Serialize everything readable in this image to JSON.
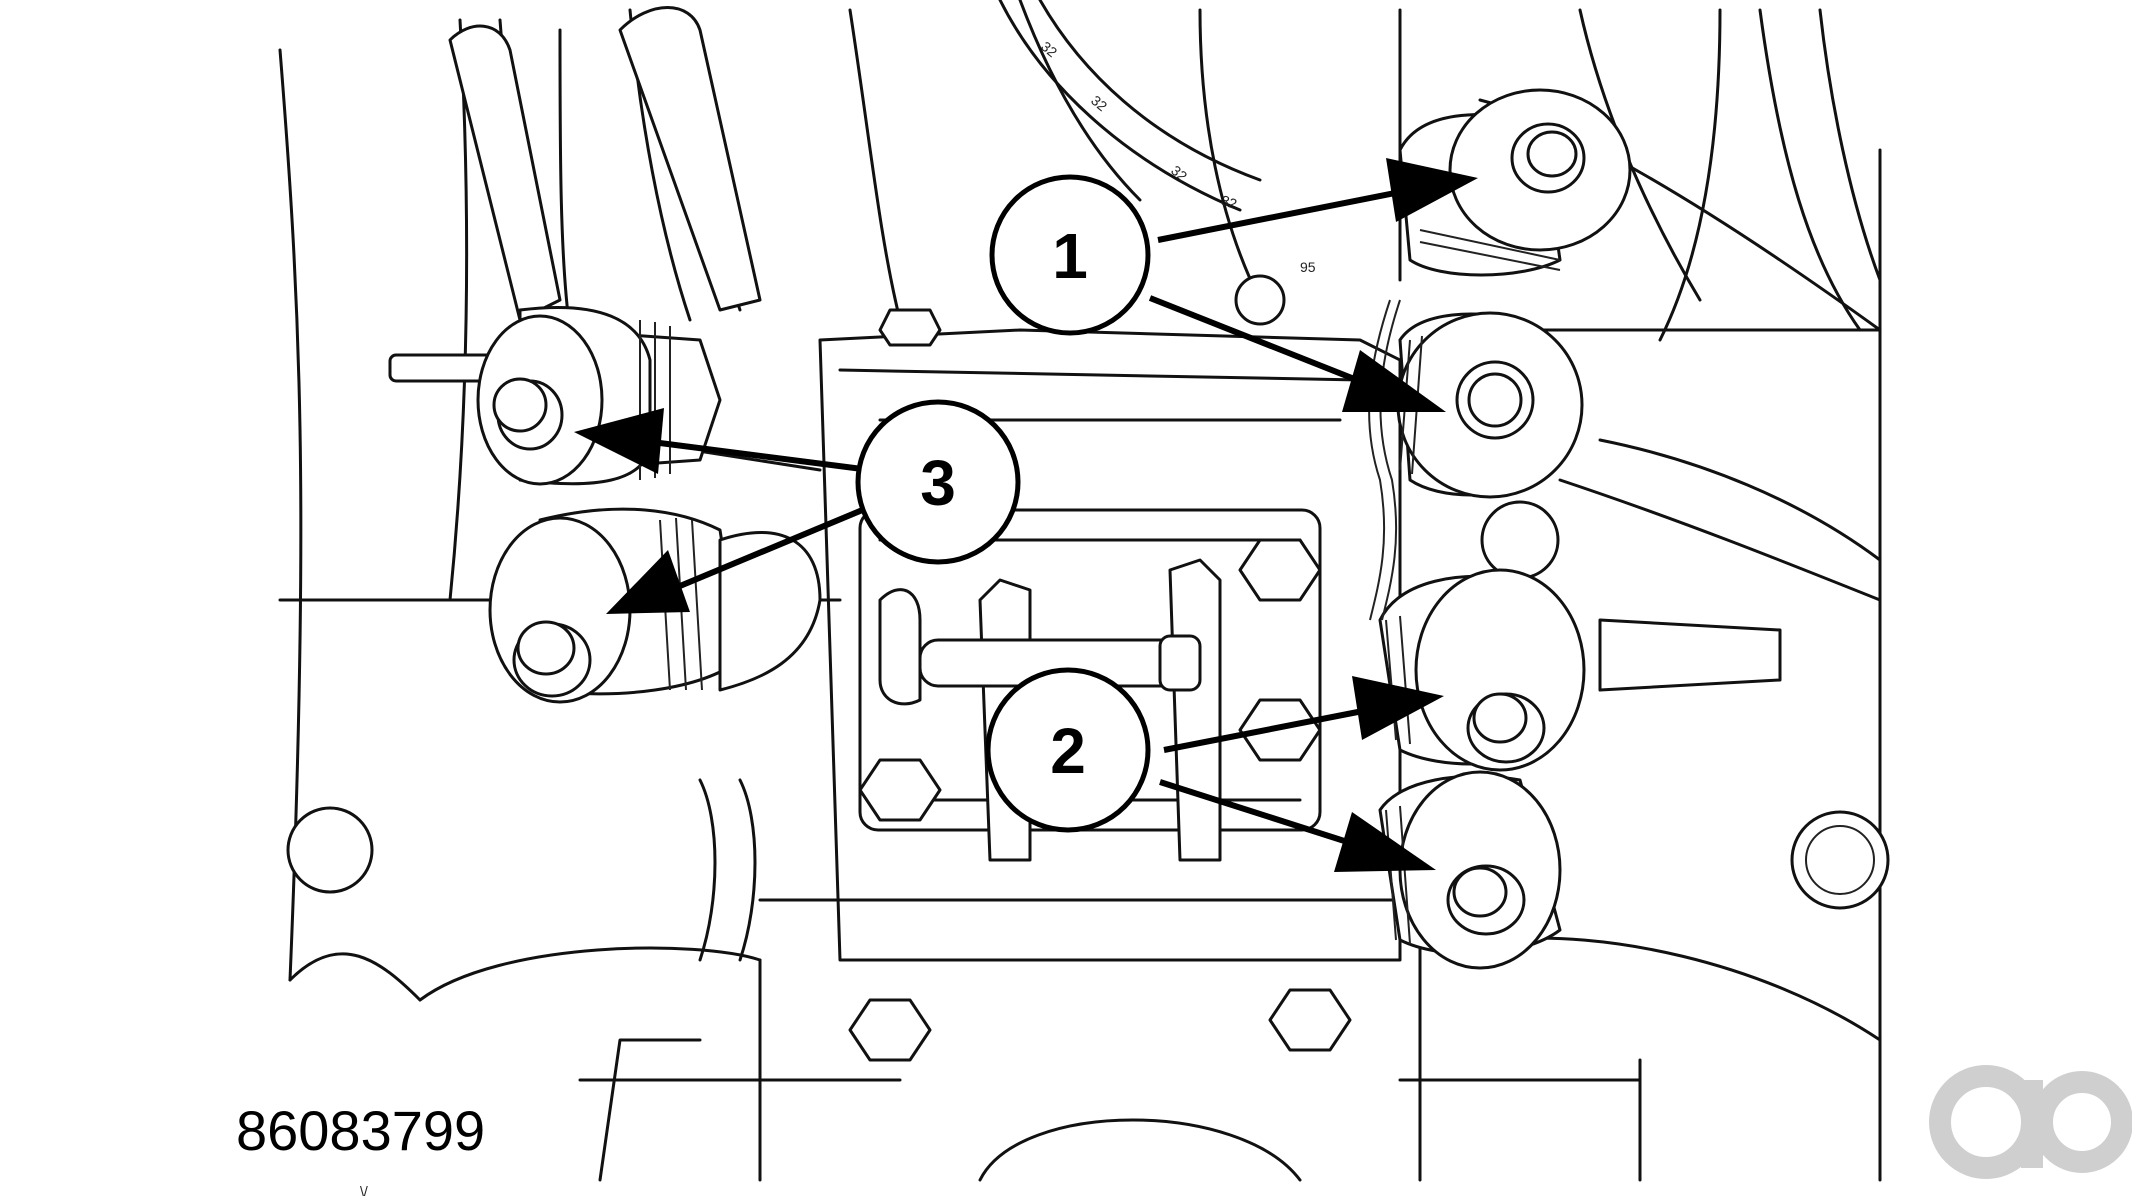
{
  "figure": {
    "number": "86083799",
    "mark": "\\/"
  },
  "callouts": [
    {
      "id": "1",
      "label": "1"
    },
    {
      "id": "2",
      "label": "2"
    },
    {
      "id": "3",
      "label": "3"
    }
  ],
  "harness_labels": [
    "32",
    "32",
    "32",
    "32",
    "95"
  ],
  "watermark": {
    "kind": "logo",
    "text": "ao",
    "color": "#cfcfcf"
  }
}
